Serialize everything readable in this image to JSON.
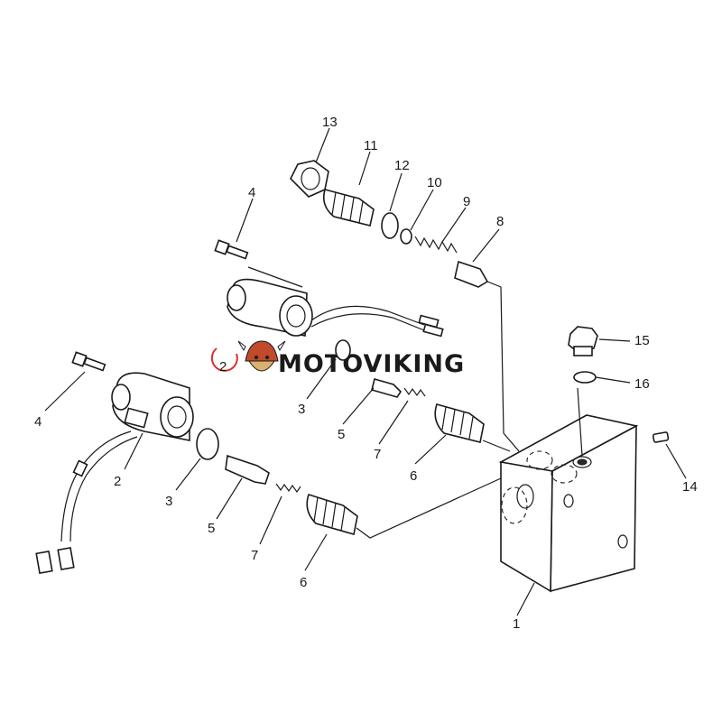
{
  "brand": {
    "name": "MOTOVIKING",
    "logo_icon": "viking-helmet-icon",
    "accent_color": "#d9302b"
  },
  "callouts": {
    "c1": "1",
    "c2a": "2",
    "c2b": "2",
    "c3a": "3",
    "c3b": "3",
    "c4a": "4",
    "c4b": "4",
    "c5a": "5",
    "c5b": "5",
    "c6a": "6",
    "c6b": "6",
    "c7a": "7",
    "c7b": "7",
    "c8": "8",
    "c9": "9",
    "c10": "10",
    "c11": "11",
    "c12": "12",
    "c13": "13",
    "c14": "14",
    "c15": "15",
    "c16": "16"
  },
  "highlight": {
    "label": "2",
    "color": "#d9302b"
  }
}
